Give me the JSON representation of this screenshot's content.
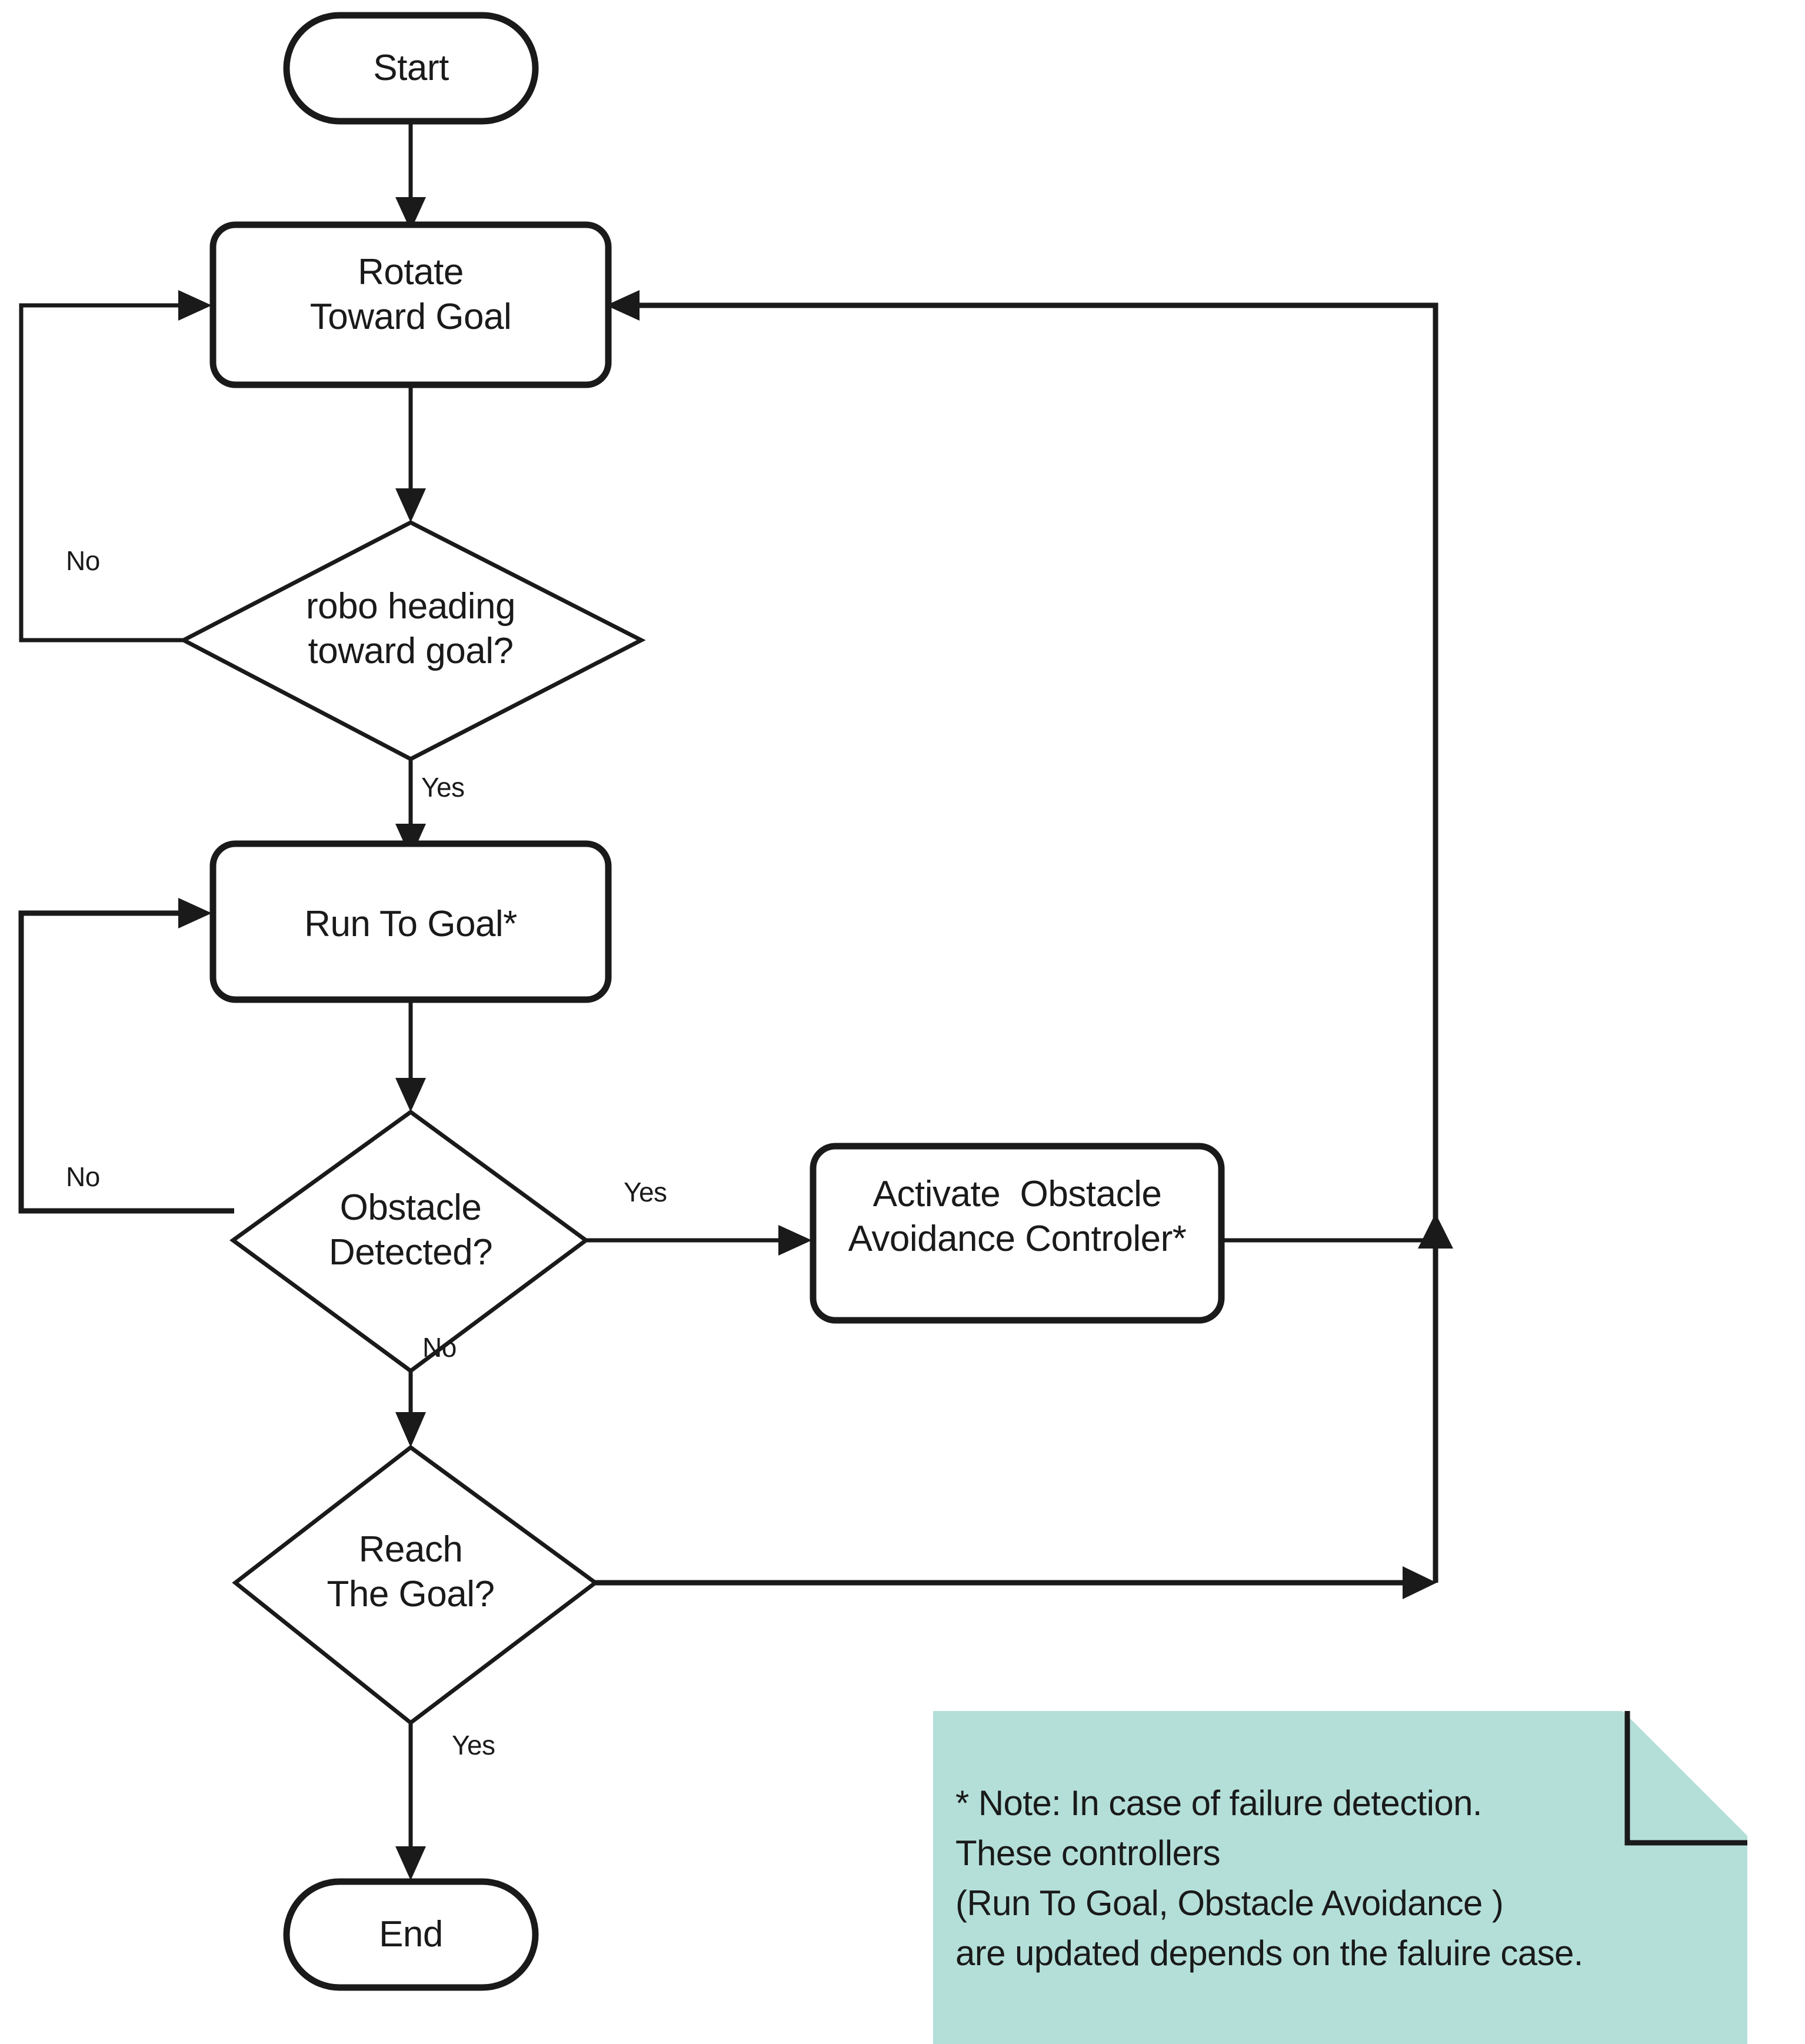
{
  "diagram": {
    "title": "Robot Navigation Control Flowchart",
    "background_color": "#ffffff",
    "line_color": "#1a1a1a",
    "note_fill_color": "#b4dfd9"
  },
  "nodes": {
    "start": {
      "label": "Start",
      "shape": "stadium"
    },
    "rotate_toward_goal": {
      "label": "Rotate\nToward Goal",
      "shape": "rounded-rect"
    },
    "robo_heading": {
      "label": "robo heading\ntoward goal?",
      "shape": "diamond"
    },
    "run_to_goal": {
      "label": "Run To Goal*",
      "shape": "rounded-rect"
    },
    "obstacle_detected": {
      "label": "Obstacle\nDetected?",
      "shape": "diamond"
    },
    "activate_obstacle_avoidance": {
      "label": "Activate  Obstacle\nAvoidance Controler*",
      "shape": "rounded-rect"
    },
    "reach_the_goal": {
      "label": "Reach\nThe Goal?",
      "shape": "diamond"
    },
    "end": {
      "label": "End",
      "shape": "stadium"
    }
  },
  "edge_labels": {
    "robo_heading_no": "No",
    "robo_heading_yes": "Yes",
    "obstacle_no_left": "No",
    "obstacle_yes": "Yes",
    "obstacle_no_down": "No",
    "reach_goal_yes": "Yes"
  },
  "note": {
    "lines": [
      "* Note: In case of failure detection.",
      "These controllers",
      "(Run To Goal, Obstacle Avoidance )",
      "are updated depends on the faluire case."
    ],
    "line1": "* Note: In case of failure detection.",
    "line2": "These controllers",
    "line3": "(Run To Goal, Obstacle Avoidance )",
    "line4": "are updated depends on the faluire case."
  }
}
